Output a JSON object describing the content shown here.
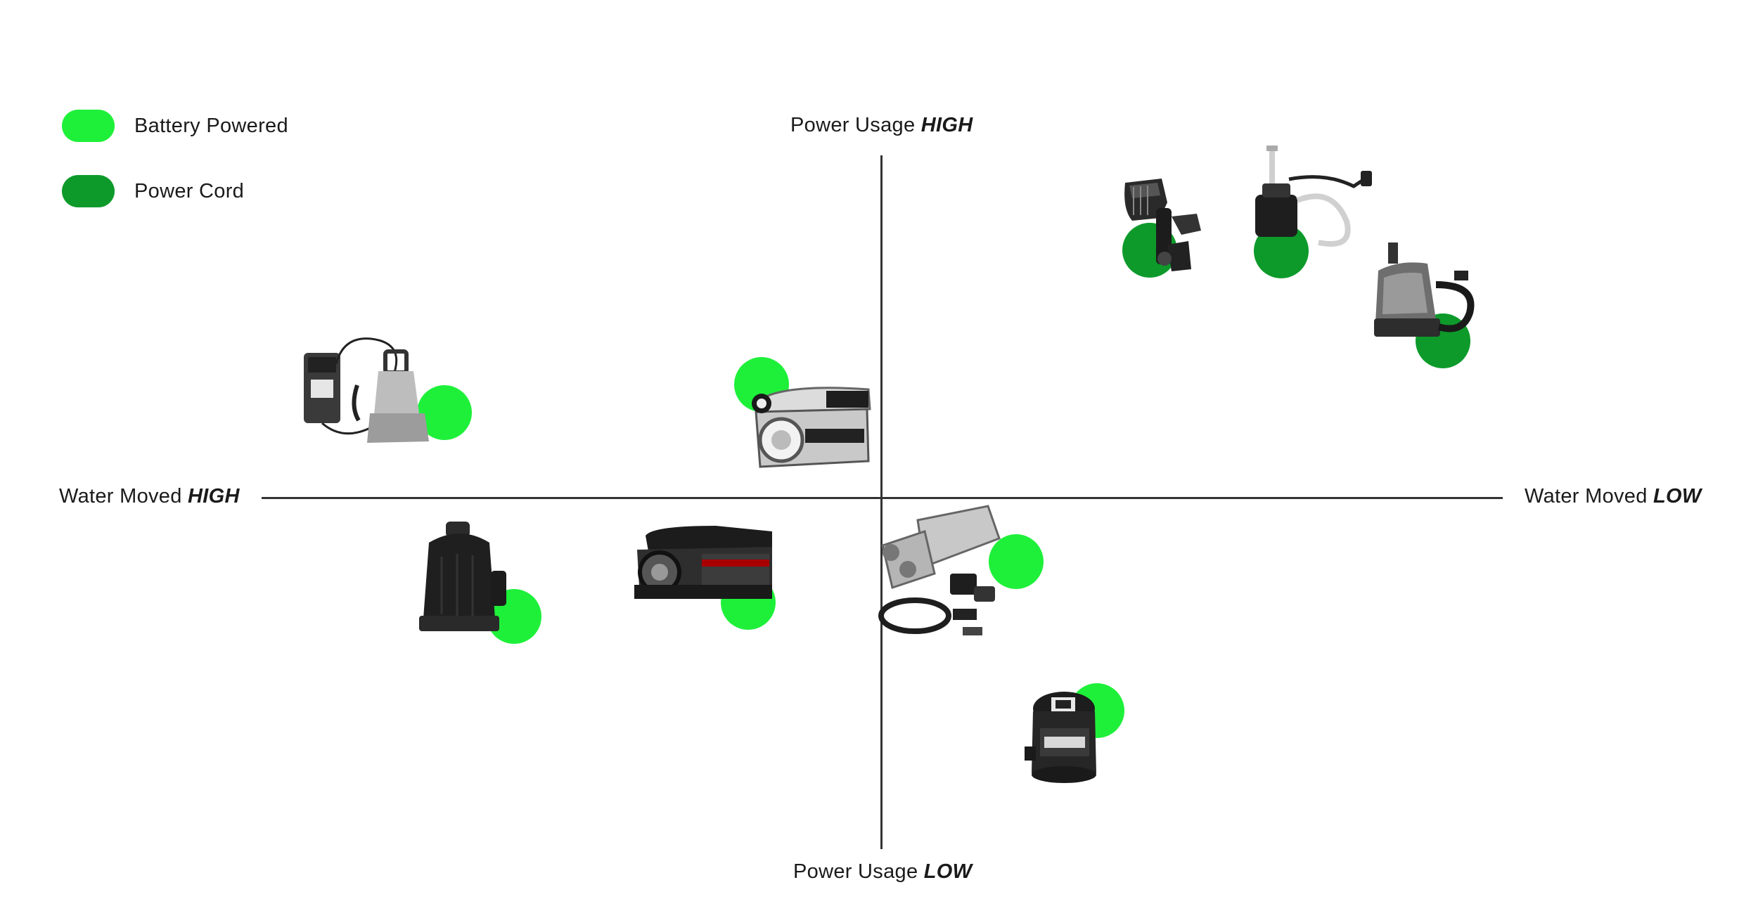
{
  "colors": {
    "battery": "#1ef03a",
    "cord": "#0d9a2a",
    "axis": "#333333"
  },
  "legend": {
    "battery": "Battery Powered",
    "cord": "Power Cord"
  },
  "axes": {
    "top": {
      "text": "Power Usage ",
      "emph": "HIGH"
    },
    "bottom": {
      "text": "Power Usage ",
      "emph": "LOW"
    },
    "left": {
      "text": "Water Moved ",
      "emph": "HIGH"
    },
    "right": {
      "text": "Water Moved ",
      "emph": "LOW"
    }
  },
  "products": [
    {
      "icon": "handheld-pump-icon",
      "power": "cord"
    },
    {
      "icon": "fountain-pump-icon",
      "power": "cord"
    },
    {
      "icon": "utility-pump-icon",
      "power": "cord"
    },
    {
      "icon": "submersible-pump-with-controller-icon",
      "power": "battery"
    },
    {
      "icon": "cordless-transfer-pump-icon",
      "power": "battery"
    },
    {
      "icon": "submersible-pump-icon",
      "power": "battery"
    },
    {
      "icon": "milwaukee-transfer-pump-icon",
      "power": "battery"
    },
    {
      "icon": "handheld-transfer-pump-kit-icon",
      "power": "battery"
    },
    {
      "icon": "cylinder-pump-icon",
      "power": "battery"
    }
  ]
}
